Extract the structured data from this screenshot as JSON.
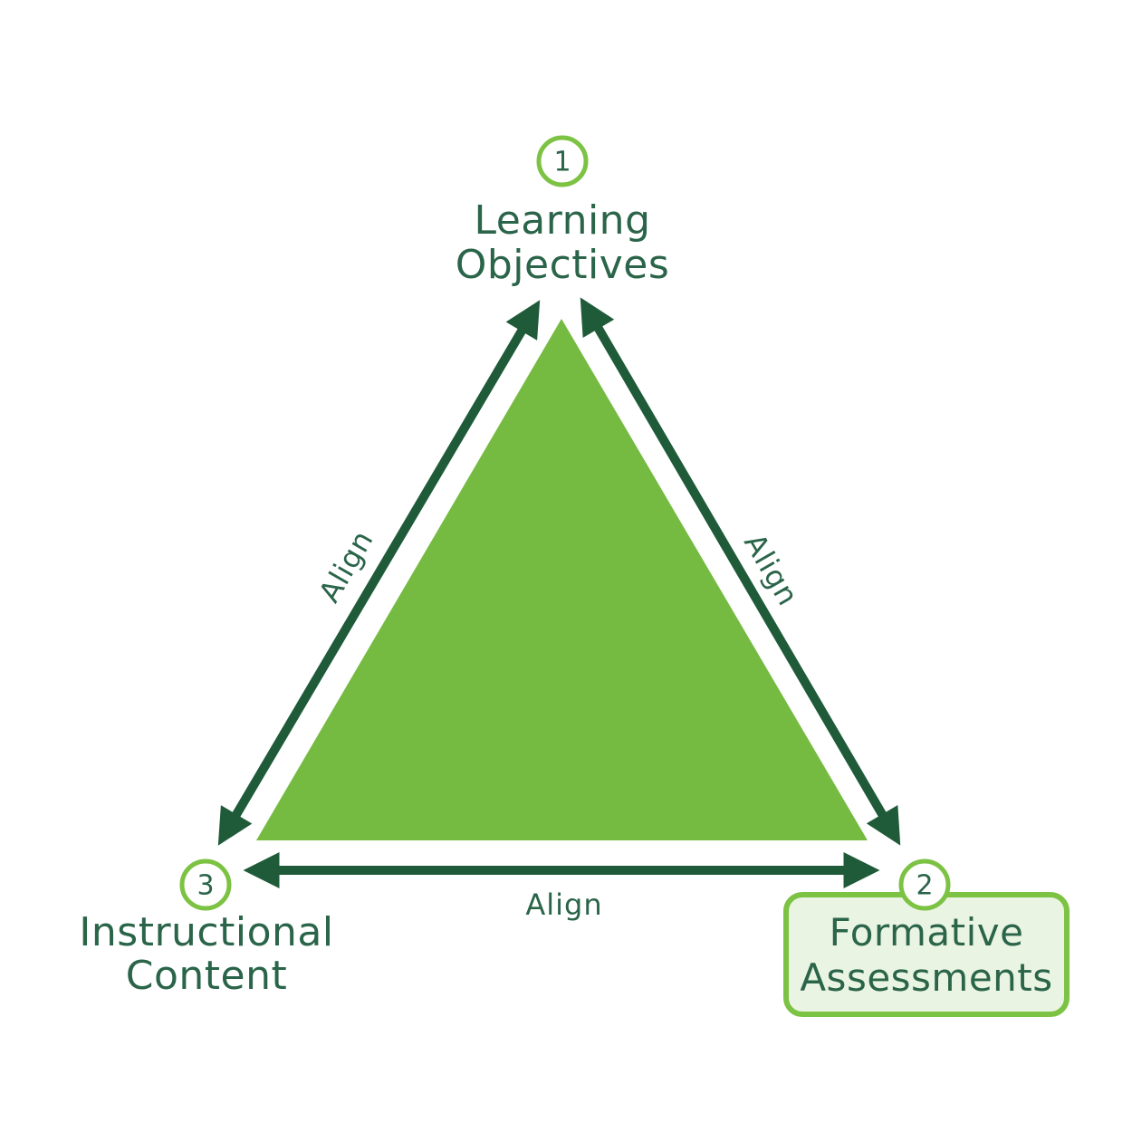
{
  "diagram": {
    "title": "course-alignment-triangle",
    "background": "#ffffff",
    "colors": {
      "triangle_fill": "#75bb42",
      "arrow_green": "#1f5b38",
      "text_green": "#2a6449",
      "accent_green": "#7cc243",
      "box_fill": "#eaf4e3",
      "circle_fill": "#ffffff"
    },
    "nodes": [
      {
        "number": "1",
        "line1": "Learning",
        "line2": "Objectives",
        "position": "top",
        "highlighted": false
      },
      {
        "number": "2",
        "line1": "Formative",
        "line2": "Assessments",
        "position": "bottom-right",
        "highlighted": true
      },
      {
        "number": "3",
        "line1": "Instructional",
        "line2": "Content",
        "position": "bottom-left",
        "highlighted": false
      }
    ],
    "edges": [
      {
        "from": "3",
        "to": "1",
        "label": "Align",
        "side": "left"
      },
      {
        "from": "1",
        "to": "2",
        "label": "Align",
        "side": "right"
      },
      {
        "from": "3",
        "to": "2",
        "label": "Align",
        "side": "bottom"
      }
    ]
  }
}
